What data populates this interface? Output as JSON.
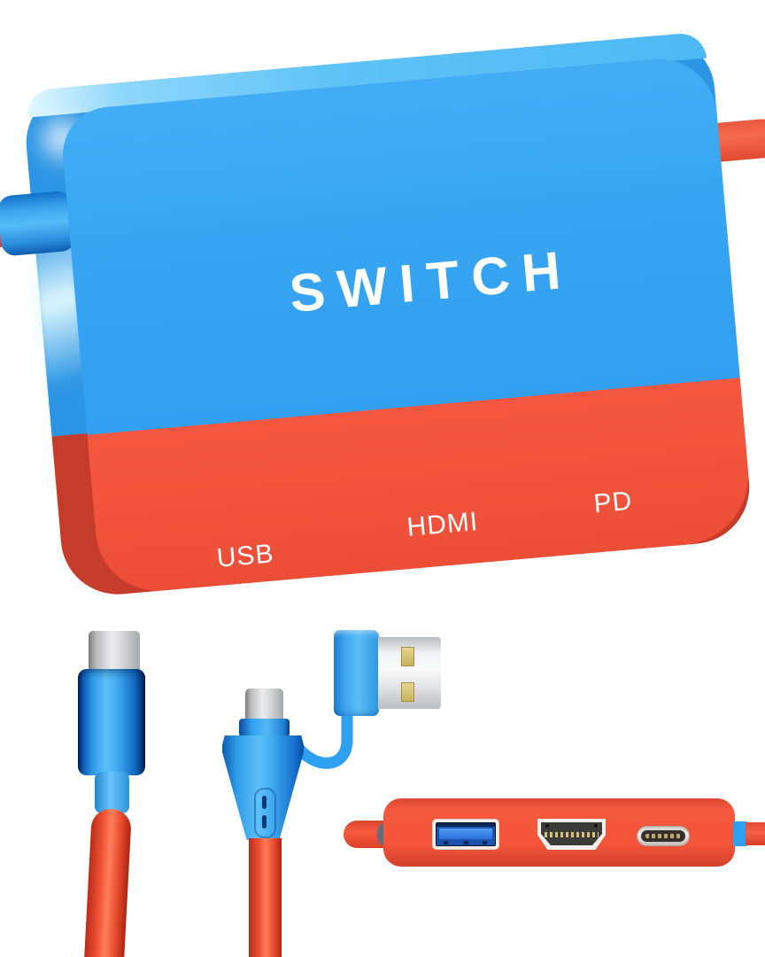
{
  "product": {
    "brand_label": "SWITCH",
    "port_labels": {
      "usb": "USB",
      "hdmi": "HDMI",
      "pd": "PD"
    },
    "depicted_parts": {
      "main_unit": "switch-dock-hub",
      "connectors": [
        "usb-c-plug",
        "two-in-one-usb-c-plug",
        "usb-a-adapter"
      ],
      "hub_side_ports": [
        "USB-A",
        "HDMI",
        "USB-C"
      ]
    },
    "colors": {
      "face_blue": "#36a6f3",
      "face_red": "#f2543e",
      "side_blue": "#2d96e4",
      "side_red": "#c63c2b",
      "bevel_blue": "#6cc9f7",
      "cable_red": "#ee5032",
      "connector_blue": "#3fa8f0",
      "connector_navy_edge": "#0a4a9a",
      "metal_silver": "#e5e6e8",
      "contact_gold": "#d3bd72",
      "hub_bar_red": "#f3553a",
      "usb_port_blue": "#2d6fd8",
      "hdmi_dark": "#3b3b39",
      "label_white": "#ffffff"
    }
  }
}
